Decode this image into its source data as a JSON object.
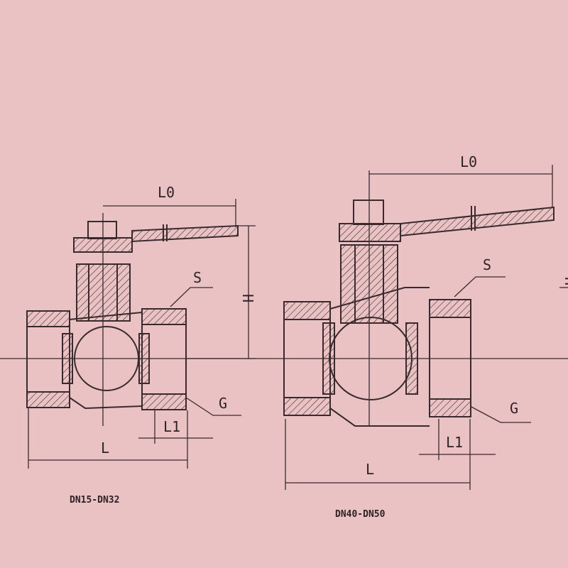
{
  "drawings": [
    {
      "caption": "DN15-DN32",
      "labels": {
        "handle_length": "L0",
        "height": "H",
        "wrench_size": "S",
        "thread": "G",
        "thread_length": "L1",
        "length": "L"
      }
    },
    {
      "caption": "DN40-DN50",
      "labels": {
        "handle_length": "L0",
        "height": "H",
        "wrench_size": "S",
        "thread": "G",
        "thread_length": "L1",
        "length": "L"
      }
    }
  ]
}
